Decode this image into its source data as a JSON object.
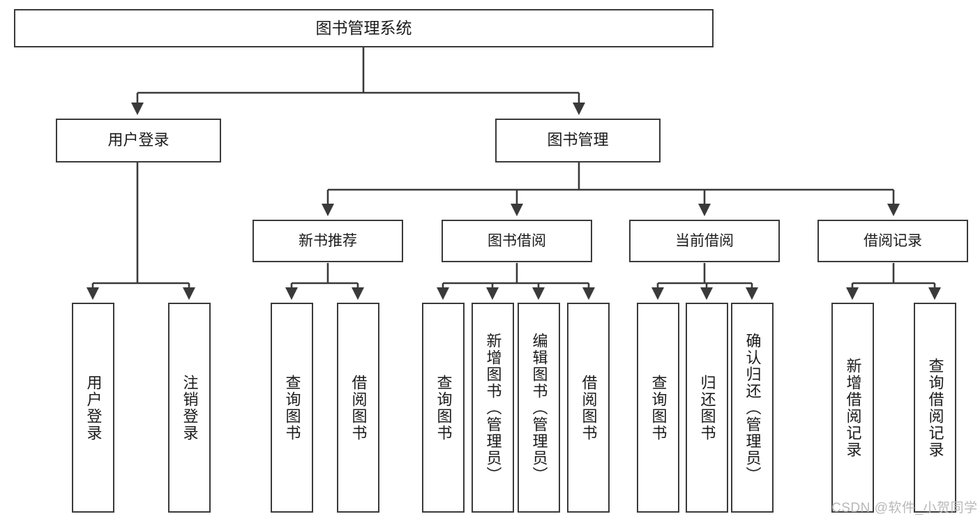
{
  "diagram": {
    "type": "tree-hierarchy-chart",
    "title": "图书管理系统",
    "watermark": "CSDN @软件_小贺同学",
    "colors": {
      "box_border": "#3a3a3a",
      "box_fill": "#ffffff",
      "edge": "#3a3a3a",
      "text": "#1b1b1b",
      "watermark": "#b9b9b9",
      "background": "#ffffff"
    },
    "nodes": {
      "root": {
        "label": "图书管理系统"
      },
      "level2": [
        {
          "label": "用户登录"
        },
        {
          "label": "图书管理"
        }
      ],
      "level3": [
        {
          "label": "新书推荐"
        },
        {
          "label": "图书借阅"
        },
        {
          "label": "当前借阅"
        },
        {
          "label": "借阅记录"
        }
      ],
      "leaves": [
        {
          "label": "用户登录"
        },
        {
          "label": "注销登录"
        },
        {
          "label": "查询图书"
        },
        {
          "label": "借阅图书"
        },
        {
          "label": "查询图书"
        },
        {
          "label": "新增图书（管理员）"
        },
        {
          "label": "编辑图书（管理员）"
        },
        {
          "label": "借阅图书"
        },
        {
          "label": "查询图书"
        },
        {
          "label": "归还图书"
        },
        {
          "label": "确认归还（管理员）"
        },
        {
          "label": "新增借阅记录"
        },
        {
          "label": "查询借阅记录"
        }
      ]
    }
  }
}
